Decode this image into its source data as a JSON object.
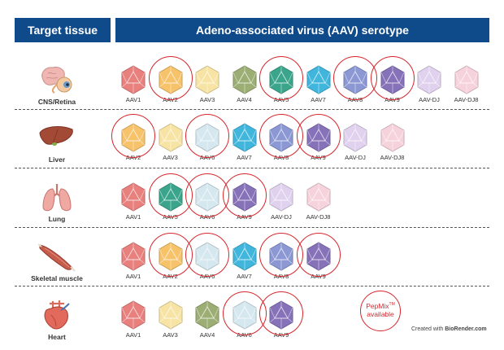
{
  "header": {
    "left_title": "Target tissue",
    "right_title": "Adeno-associated virus (AAV) serotype"
  },
  "colors": {
    "header_bg": "#0f4a8a",
    "circle": "#d8262c",
    "AAV1": "#e8807e",
    "AAV2": "#f6c26a",
    "AAV3": "#f7e4a4",
    "AAV4": "#9cae74",
    "AAV5": "#3aa58a",
    "AAV6": "#d5e8ef",
    "AAV7": "#41b6dd",
    "AAV8": "#8b98d4",
    "AAV9": "#8672b9",
    "AAV-DJ": "#e0d2ee",
    "AAV-DJ8": "#f6d3dc"
  },
  "rows": [
    {
      "tissue": "CNS/Retina",
      "icon": "brain-eye-icon",
      "serotypes": [
        {
          "name": "AAV1",
          "pepmix": false
        },
        {
          "name": "AAV2",
          "pepmix": true
        },
        {
          "name": "AAV3",
          "pepmix": false
        },
        {
          "name": "AAV4",
          "pepmix": false
        },
        {
          "name": "AAV5",
          "pepmix": true
        },
        {
          "name": "AAV7",
          "pepmix": false
        },
        {
          "name": "AAV8",
          "pepmix": true
        },
        {
          "name": "AAV9",
          "pepmix": true
        },
        {
          "name": "AAV-DJ",
          "pepmix": false
        },
        {
          "name": "AAV-DJ8",
          "pepmix": false
        }
      ]
    },
    {
      "tissue": "Liver",
      "icon": "liver-icon",
      "serotypes": [
        {
          "name": "AAV2",
          "pepmix": true
        },
        {
          "name": "AAV3",
          "pepmix": false
        },
        {
          "name": "AAV6",
          "pepmix": true
        },
        {
          "name": "AAV7",
          "pepmix": false
        },
        {
          "name": "AAV8",
          "pepmix": true
        },
        {
          "name": "AAV9",
          "pepmix": true
        },
        {
          "name": "AAV-DJ",
          "pepmix": false
        },
        {
          "name": "AAV-DJ8",
          "pepmix": false
        }
      ]
    },
    {
      "tissue": "Lung",
      "icon": "lungs-icon",
      "serotypes": [
        {
          "name": "AAV1",
          "pepmix": false
        },
        {
          "name": "AAV5",
          "pepmix": true
        },
        {
          "name": "AAV6",
          "pepmix": true
        },
        {
          "name": "AAV9",
          "pepmix": true
        },
        {
          "name": "AAV-DJ",
          "pepmix": false
        },
        {
          "name": "AAV-DJ8",
          "pepmix": false
        }
      ]
    },
    {
      "tissue": "Skeletal muscle",
      "icon": "muscle-icon",
      "serotypes": [
        {
          "name": "AAV1",
          "pepmix": false
        },
        {
          "name": "AAV2",
          "pepmix": true
        },
        {
          "name": "AAV6",
          "pepmix": true
        },
        {
          "name": "AAV7",
          "pepmix": false
        },
        {
          "name": "AAV8",
          "pepmix": true
        },
        {
          "name": "AAV9",
          "pepmix": true
        }
      ]
    },
    {
      "tissue": "Heart",
      "icon": "heart-icon",
      "serotypes": [
        {
          "name": "AAV1",
          "pepmix": false
        },
        {
          "name": "AAV3",
          "pepmix": false
        },
        {
          "name": "AAV4",
          "pepmix": false
        },
        {
          "name": "AAV6",
          "pepmix": true
        },
        {
          "name": "AAV9",
          "pepmix": true
        }
      ]
    }
  ],
  "legend": {
    "pepmix_label": "PepMix",
    "pepmix_tm": "TM",
    "pepmix_sub": "available"
  },
  "credit": {
    "prefix": "Created with ",
    "brand": "BioRender.com"
  }
}
